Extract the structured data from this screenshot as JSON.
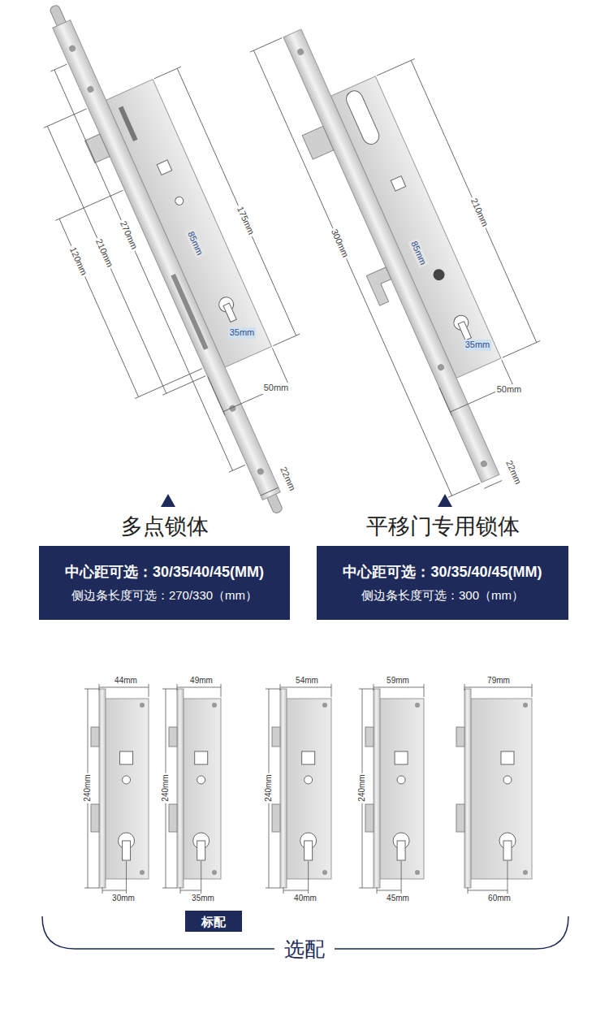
{
  "diagram": {
    "nodes": [
      {
        "text": [
          "多点锁体",
          "中心距可选：30/35/40/45(MM)",
          "侧边条长度可选：270/330（mm）"
        ]
      },
      {
        "text": [
          "平移门专用锁体",
          "中心距可选：30/35/40/45(MM)",
          "侧边条长度可选：300（mm）"
        ]
      },
      {
        "text": [
          "标配"
        ]
      }
    ],
    "edges": [],
    "labels": [
      "175mm",
      "270mm",
      "210mm",
      "120mm",
      "85mm",
      "35mm",
      "50mm",
      "22mm",
      "210mm",
      "300mm",
      "85mm",
      "35mm",
      "50mm",
      "22mm",
      "44mm",
      "49mm",
      "54mm",
      "59mm",
      "79mm",
      "240mm",
      "240mm",
      "240mm",
      "240mm",
      "30mm",
      "35mm",
      "40mm",
      "45mm",
      "60mm",
      "选配"
    ]
  }
}
